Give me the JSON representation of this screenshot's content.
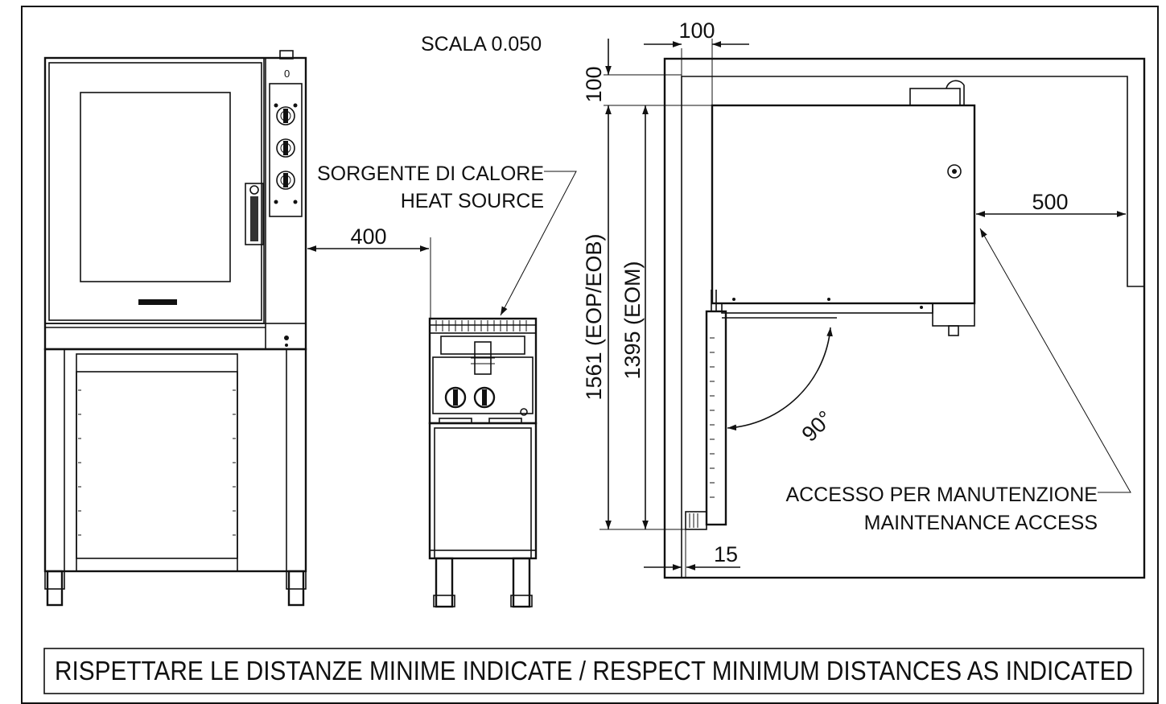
{
  "scale": "SCALA 0.050",
  "heat_source": {
    "line1": "SORGENTE DI CALORE",
    "line2": "HEAT SOURCE"
  },
  "maintenance": {
    "line1": "ACCESSO PER MANUTENZIONE",
    "line2": "MAINTENANCE ACCESS"
  },
  "dimensions": {
    "side_clearance": "400",
    "back_gap_horizontal": "100",
    "back_gap_vertical": "100",
    "height_eop_eob": "1561 (EOP/EOB)",
    "height_eom": "1395 (EOM)",
    "right_clearance": "500",
    "front_gap": "15",
    "door_angle": "90°"
  },
  "footer_notice": "RISPETTARE LE DISTANZE MINIME INDICATE / RESPECT MINIMUM DISTANCES AS INDICATED"
}
